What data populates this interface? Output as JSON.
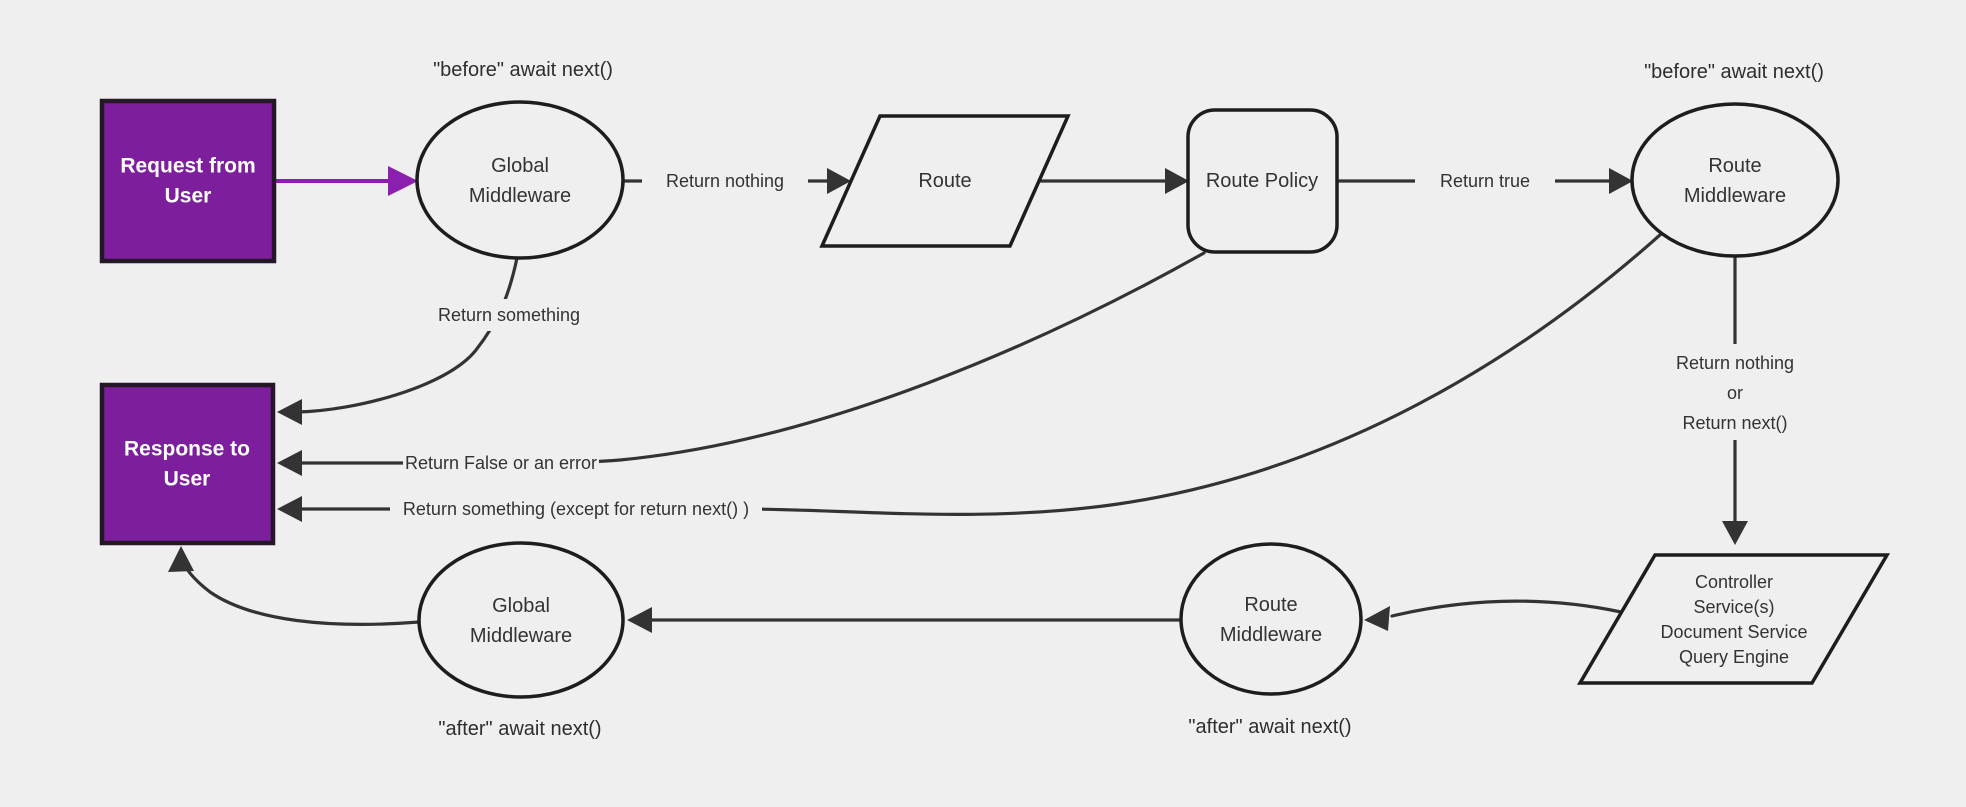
{
  "colors": {
    "background": "#efefef",
    "line": "#333333",
    "node_border": "#1d1d1d",
    "purple_fill": "#7d1f9d",
    "purple_border": "#241726",
    "purple_arrow": "#8b1fae",
    "text": "#333333",
    "box_text": "#ffffff"
  },
  "nodes": {
    "request_from_user": {
      "line1": "Request from",
      "line2": "User"
    },
    "global_middleware_top": {
      "line1": "Global",
      "line2": "Middleware"
    },
    "route": {
      "label": "Route"
    },
    "route_policy": {
      "label": "Route Policy"
    },
    "route_middleware_top": {
      "line1": "Route",
      "line2": "Middleware"
    },
    "controller_services": {
      "line1": "Controller",
      "line2": "Service(s)",
      "line3": "Document Service",
      "line4": "Query Engine"
    },
    "route_middleware_bottom": {
      "line1": "Route",
      "line2": "Middleware"
    },
    "global_middleware_bottom": {
      "line1": "Global",
      "line2": "Middleware"
    },
    "response_to_user": {
      "line1": "Response to",
      "line2": "User"
    }
  },
  "annotations": {
    "before_global": "\"before\" await next()",
    "before_route": "\"before\" await next()",
    "after_route": "\"after\" await next()",
    "after_global": "\"after\" await next()"
  },
  "edges": {
    "return_nothing": "Return nothing",
    "return_true": "Return true",
    "return_something": "Return something",
    "return_false": "Return False or an error",
    "return_something_except": "Return something (except for return next() )",
    "nothing_or_line1": "Return nothing",
    "nothing_or_line2": "or",
    "nothing_or_line3": "Return next()"
  }
}
